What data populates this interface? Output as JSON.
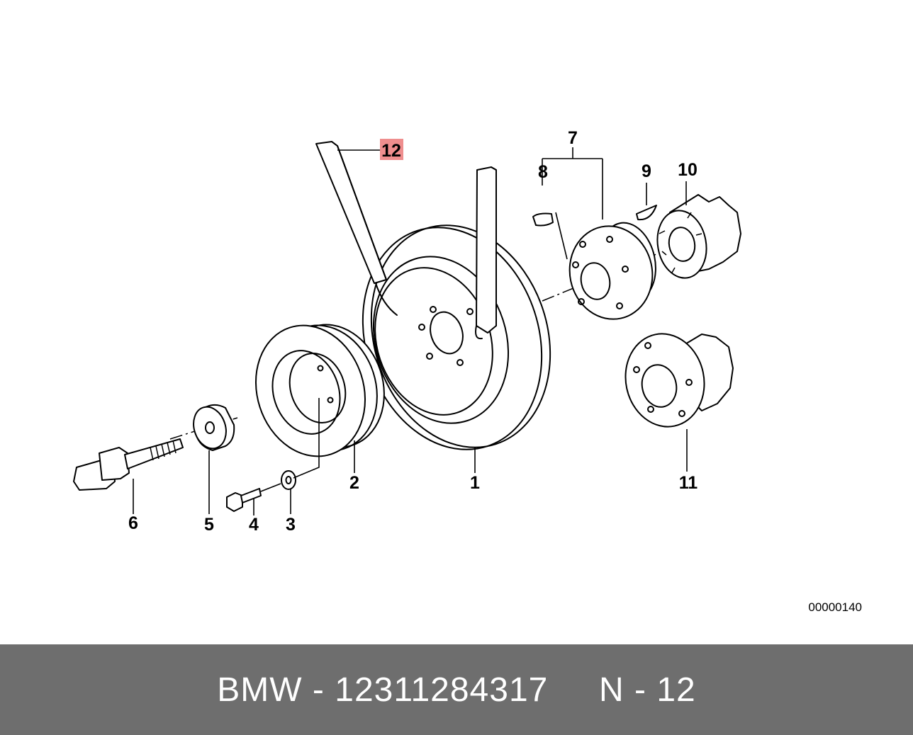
{
  "diagram": {
    "highlight_color": "#ef8e8e",
    "callouts": {
      "c1": "1",
      "c2": "2",
      "c3": "3",
      "c4": "4",
      "c5": "5",
      "c6": "6",
      "c7": "7",
      "c8": "8",
      "c9": "9",
      "c10": "10",
      "c11": "11",
      "c12": "12"
    },
    "reference_code": "00000140"
  },
  "footer": {
    "text": "BMW - 12311284317     N - 12",
    "background": "#6e6e6e",
    "text_color": "#ffffff"
  }
}
